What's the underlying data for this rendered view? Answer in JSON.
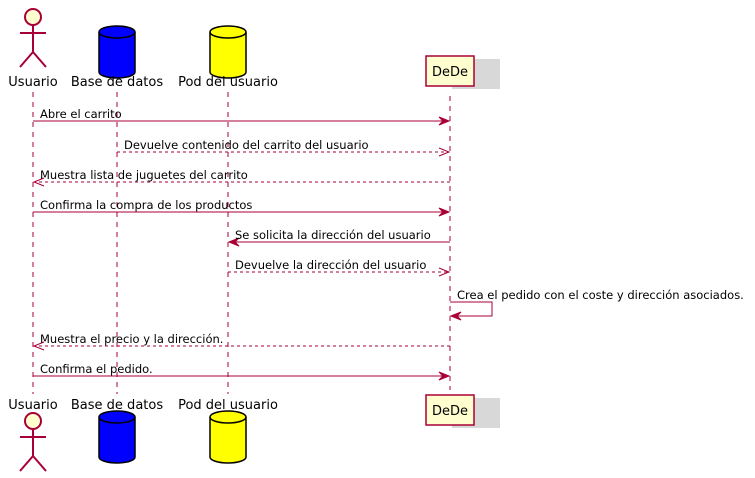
{
  "diagram": {
    "participants": [
      {
        "id": "usuario",
        "label": "Usuario",
        "kind": "actor"
      },
      {
        "id": "base",
        "label": "Base de datos",
        "kind": "database",
        "color": "#0000FF"
      },
      {
        "id": "pod",
        "label": "Pod del usuario",
        "kind": "database",
        "color": "#FFFF00"
      },
      {
        "id": "dede",
        "label": "DeDe",
        "kind": "participant",
        "color": "#FEFECE"
      }
    ],
    "messages": [
      {
        "from": "usuario",
        "to": "dede",
        "label": "Abre el carrito",
        "style": "solid"
      },
      {
        "from": "base",
        "to": "dede",
        "label": "Devuelve contenido del carrito del usuario",
        "style": "dashed"
      },
      {
        "from": "dede",
        "to": "usuario",
        "label": "Muestra lista de juguetes del carrito",
        "style": "dashed"
      },
      {
        "from": "usuario",
        "to": "dede",
        "label": "Confirma la compra de los productos",
        "style": "solid"
      },
      {
        "from": "dede",
        "to": "pod",
        "label": "Se solicita la dirección del usuario",
        "style": "solid"
      },
      {
        "from": "pod",
        "to": "dede",
        "label": "Devuelve la dirección del usuario",
        "style": "dashed"
      },
      {
        "from": "dede",
        "to": "dede",
        "label": "Crea el pedido con el coste y dirección asociados.",
        "style": "solid"
      },
      {
        "from": "dede",
        "to": "usuario",
        "label": "Muestra el precio y la dirección.",
        "style": "dashed"
      },
      {
        "from": "usuario",
        "to": "dede",
        "label": "Confirma el pedido.",
        "style": "solid"
      }
    ],
    "colors": {
      "line": "#A80036",
      "actor_fill": "#FEFECE"
    }
  }
}
